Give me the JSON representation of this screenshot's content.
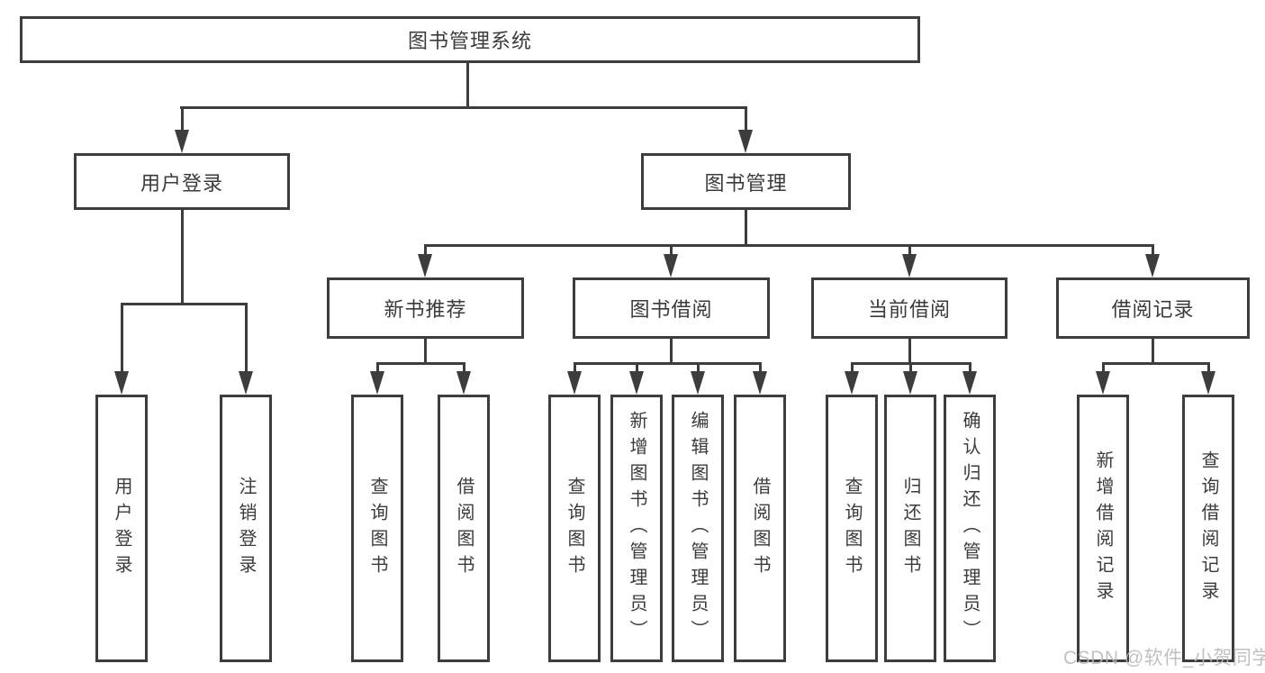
{
  "diagram": {
    "title": "图书管理系统",
    "level1": {
      "user_login": "用户登录",
      "book_management": "图书管理"
    },
    "level2": {
      "new_book_recommend": "新书推荐",
      "book_borrow": "图书借阅",
      "current_borrow": "当前借阅",
      "borrow_records": "借阅记录"
    },
    "level3": {
      "user_login": "用户登录",
      "logout": "注销登录",
      "nb_search_books": "查询图书",
      "nb_borrow_books": "借阅图书",
      "bb_search_books": "查询图书",
      "bb_add_books_admin": "新增图书（管理员）",
      "bb_edit_books_admin": "编辑图书（管理员）",
      "bb_borrow_books": "借阅图书",
      "cb_search_books": "查询图书",
      "cb_return_books": "归还图书",
      "cb_confirm_return_admin": "确认归还（管理员）",
      "br_add_record": "新增借阅记录",
      "br_search_record": "查询借阅记录"
    }
  },
  "watermark": {
    "text": "CSDN @软件_小贺同学"
  },
  "colors": {
    "line": "#3d3d3d",
    "text": "#3b3b3b",
    "box_bg": "#ffffff",
    "background": "#ffffff",
    "watermark": "#b9b9b9"
  }
}
